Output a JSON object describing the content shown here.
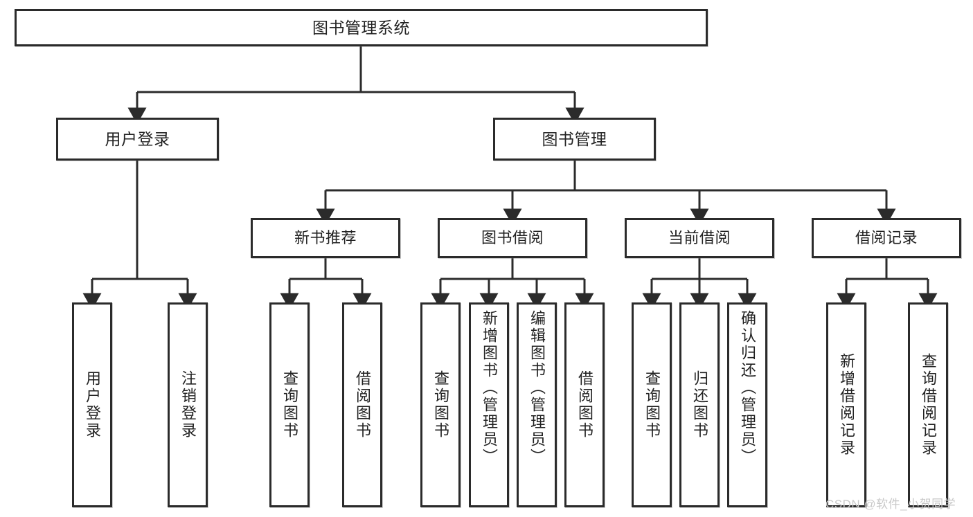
{
  "diagram": {
    "title": "图书管理系统",
    "type": "功能结构图",
    "colors": {
      "border": "#2b2b2b",
      "background": "#ffffff",
      "text": "#222222",
      "connector": "#2b2b2b",
      "watermark": "#c9c9c9"
    },
    "watermark": "CSDN @软件_小贺同学",
    "root": {
      "id": "root",
      "label": "图书管理系统"
    },
    "level1": [
      {
        "id": "user-login",
        "label": "用户登录"
      },
      {
        "id": "book-manage",
        "label": "图书管理"
      }
    ],
    "level2": [
      {
        "id": "new-book-recommend",
        "label": "新书推荐"
      },
      {
        "id": "book-borrow",
        "label": "图书借阅"
      },
      {
        "id": "current-borrow",
        "label": "当前借阅"
      },
      {
        "id": "borrow-record",
        "label": "借阅记录"
      }
    ],
    "leaves": {
      "user-login": [
        {
          "id": "leaf-user-login",
          "label": "用户登录"
        },
        {
          "id": "leaf-logout-login",
          "label": "注销登录"
        }
      ],
      "new-book-recommend": [
        {
          "id": "leaf-query-book-1",
          "label": "查询图书"
        },
        {
          "id": "leaf-borrow-book-1",
          "label": "借阅图书"
        }
      ],
      "book-borrow": [
        {
          "id": "leaf-query-book-2",
          "label": "查询图书"
        },
        {
          "id": "leaf-add-book",
          "label": "新增图书（管理员）"
        },
        {
          "id": "leaf-edit-book",
          "label": "编辑图书（管理员）"
        },
        {
          "id": "leaf-borrow-book-2",
          "label": "借阅图书"
        }
      ],
      "current-borrow": [
        {
          "id": "leaf-query-book-3",
          "label": "查询图书"
        },
        {
          "id": "leaf-return-book",
          "label": "归还图书"
        },
        {
          "id": "leaf-confirm-return",
          "label": "确认归还（管理员）"
        }
      ],
      "borrow-record": [
        {
          "id": "leaf-add-record",
          "label": "新增借阅记录"
        },
        {
          "id": "leaf-query-record",
          "label": "查询借阅记录"
        }
      ]
    }
  }
}
